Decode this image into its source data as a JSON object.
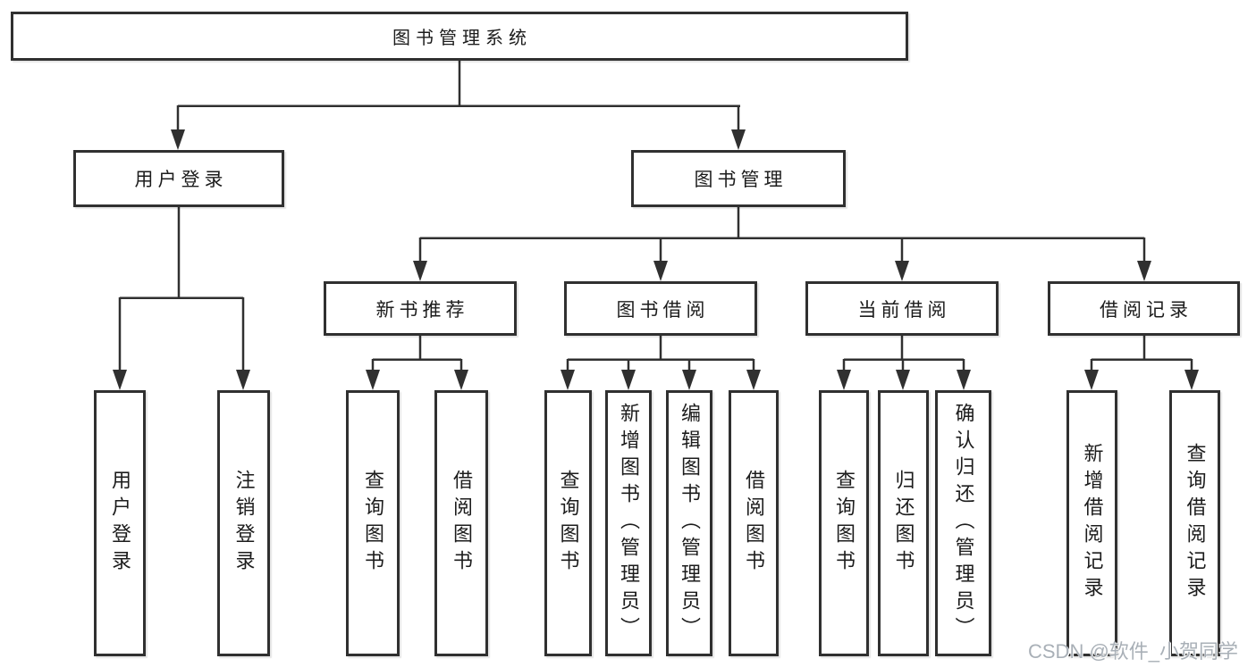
{
  "diagram": {
    "colors": {
      "line": "#303030",
      "text": "#1c1c1c",
      "background": "#ffffff",
      "watermark": "#a9b0b7"
    },
    "tree": {
      "root": {
        "label": "图书管理系统"
      },
      "branches": [
        {
          "label": "用户登录",
          "leaves": [
            {
              "label": "用户登录"
            },
            {
              "label": "注销登录"
            }
          ]
        },
        {
          "label": "图书管理",
          "children": [
            {
              "label": "新书推荐",
              "leaves": [
                {
                  "label": "查询图书"
                },
                {
                  "label": "借阅图书"
                }
              ]
            },
            {
              "label": "图书借阅",
              "leaves": [
                {
                  "label": "查询图书"
                },
                {
                  "label": "新增图书（管理员）"
                },
                {
                  "label": "编辑图书（管理员）"
                },
                {
                  "label": "借阅图书"
                }
              ]
            },
            {
              "label": "当前借阅",
              "leaves": [
                {
                  "label": "查询图书"
                },
                {
                  "label": "归还图书"
                },
                {
                  "label": "确认归还（管理员）"
                }
              ]
            },
            {
              "label": "借阅记录",
              "leaves": [
                {
                  "label": "新增借阅记录"
                },
                {
                  "label": "查询借阅记录"
                }
              ]
            }
          ]
        }
      ]
    },
    "watermark": "CSDN @软件_小贺同学"
  }
}
